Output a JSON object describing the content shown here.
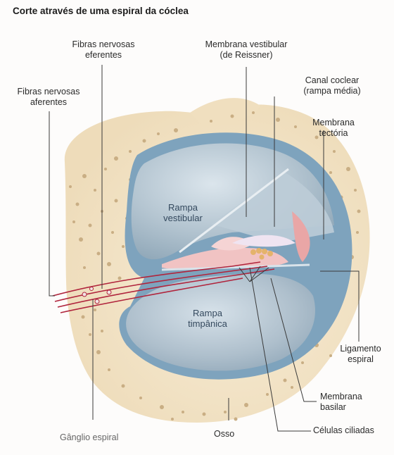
{
  "title": "Corte através de uma espiral da cóclea",
  "labels": {
    "efferent_line1": "Fibras nervosas",
    "efferent_line2": "eferentes",
    "afferent_line1": "Fibras nervosas",
    "afferent_line2": "aferentes",
    "vestibular_membrane_line1": "Membrana vestibular",
    "vestibular_membrane_line2": "(de Reissner)",
    "cochlear_canal_line1": "Canal coclear",
    "cochlear_canal_line2": "(rampa média)",
    "tectorial_membrane_line1": "Membrana",
    "tectorial_membrane_line2": "tectória",
    "scala_vestibuli_line1": "Rampa",
    "scala_vestibuli_line2": "vestibular",
    "scala_tympani_line1": "Rampa",
    "scala_tympani_line2": "timpânica",
    "spiral_ligament_line1": "Ligamento",
    "spiral_ligament_line2": "espiral",
    "basilar_membrane_line1": "Membrana",
    "basilar_membrane_line2": "basilar",
    "hair_cells": "Células ciliadas",
    "spiral_ganglion": "Gânglio espiral",
    "bone": "Osso"
  },
  "colors": {
    "bone": "#f2e3c6",
    "bone_dots": "#c8ad83",
    "chamber": "#a6b8c4",
    "chamber_highlight": "#d4e0e8",
    "chamber_border": "#6f95ae",
    "nerve": "#b0243c",
    "organ": "#f0b6b6",
    "leader": "#3a3a3a"
  }
}
